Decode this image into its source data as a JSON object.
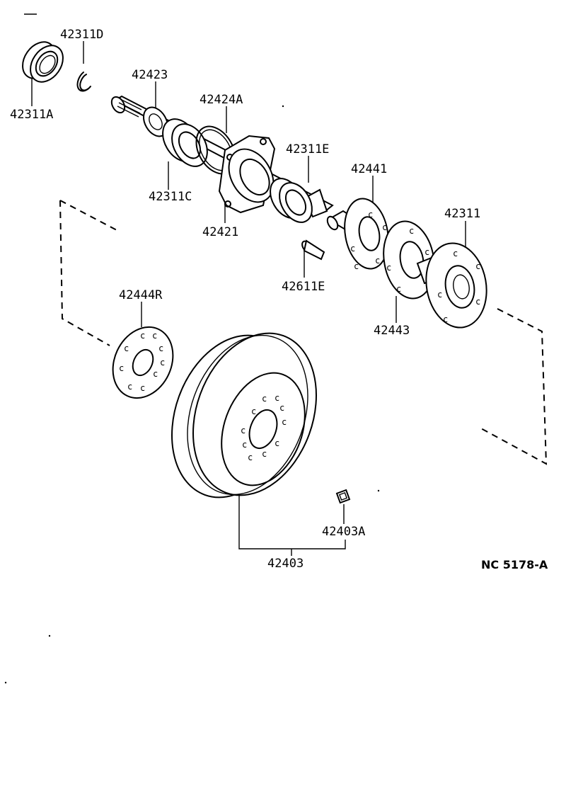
{
  "diagram": {
    "drawing_code": "NC 5178-A",
    "parts": [
      {
        "id": "p-42311D",
        "label": "42311D"
      },
      {
        "id": "p-42311A",
        "label": "42311A"
      },
      {
        "id": "p-42423",
        "label": "42423"
      },
      {
        "id": "p-42424A",
        "label": "42424A"
      },
      {
        "id": "p-42311E",
        "label": "42311E"
      },
      {
        "id": "p-42441",
        "label": "42441"
      },
      {
        "id": "p-42311C",
        "label": "42311C"
      },
      {
        "id": "p-42421",
        "label": "42421"
      },
      {
        "id": "p-42311",
        "label": "42311"
      },
      {
        "id": "p-42611E",
        "label": "42611E"
      },
      {
        "id": "p-42444R",
        "label": "42444R"
      },
      {
        "id": "p-42443",
        "label": "42443"
      },
      {
        "id": "p-42403A",
        "label": "42403A"
      },
      {
        "id": "p-42403",
        "label": "42403"
      }
    ]
  }
}
